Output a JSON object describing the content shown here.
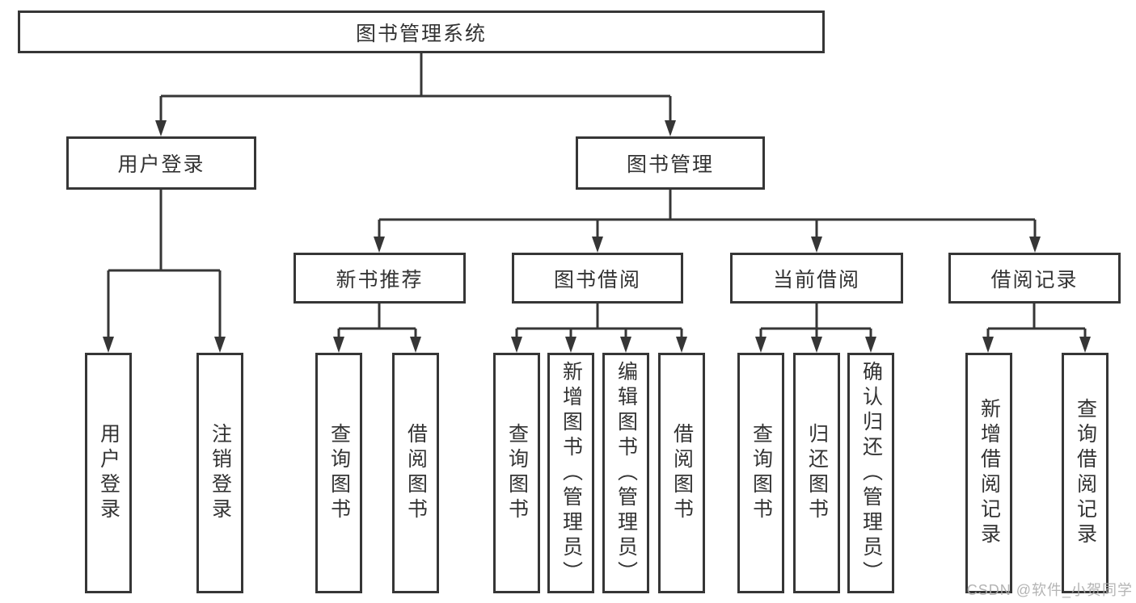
{
  "colors": {
    "line": "#363636",
    "box_border": "#363636",
    "text": "#333333",
    "watermark": "#acacac",
    "background": "#ffffff"
  },
  "diagram": {
    "title": "图书管理系统",
    "root": {
      "label": "图书管理系统"
    },
    "level2": [
      {
        "label": "用户登录",
        "parent": "图书管理系统"
      },
      {
        "label": "图书管理",
        "parent": "图书管理系统"
      }
    ],
    "level3": [
      {
        "label": "新书推荐",
        "parent": "图书管理"
      },
      {
        "label": "图书借阅",
        "parent": "图书管理"
      },
      {
        "label": "当前借阅",
        "parent": "图书管理"
      },
      {
        "label": "借阅记录",
        "parent": "图书管理"
      }
    ],
    "leaves": [
      {
        "label": "用户登录",
        "parent": "用户登录"
      },
      {
        "label": "注销登录",
        "parent": "用户登录"
      },
      {
        "label": "查询图书",
        "parent": "新书推荐"
      },
      {
        "label": "借阅图书",
        "parent": "新书推荐"
      },
      {
        "label": "查询图书",
        "parent": "图书借阅"
      },
      {
        "label": "新增图书（管理员）",
        "parent": "图书借阅"
      },
      {
        "label": "编辑图书（管理员）",
        "parent": "图书借阅"
      },
      {
        "label": "借阅图书",
        "parent": "图书借阅"
      },
      {
        "label": "查询图书",
        "parent": "当前借阅"
      },
      {
        "label": "归还图书",
        "parent": "当前借阅"
      },
      {
        "label": "确认归还（管理员）",
        "parent": "当前借阅"
      },
      {
        "label": "新增借阅记录",
        "parent": "借阅记录"
      },
      {
        "label": "查询借阅记录",
        "parent": "借阅记录"
      }
    ]
  },
  "watermark": {
    "text": "CSDN @软件_小贺同学"
  }
}
